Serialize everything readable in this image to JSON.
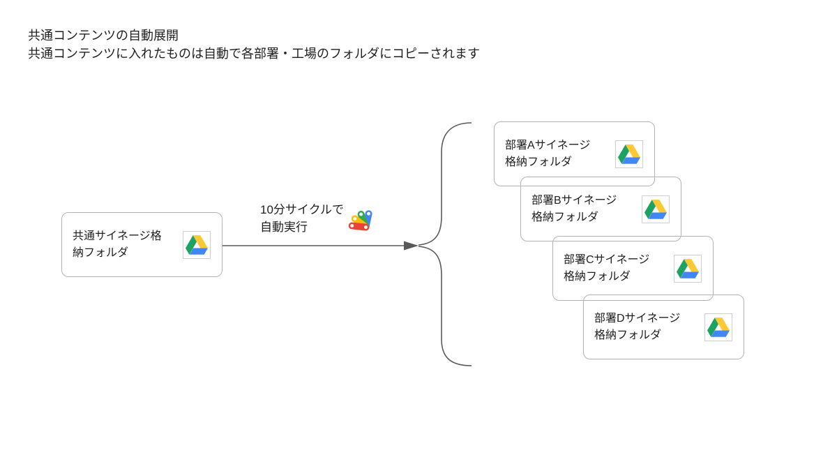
{
  "title": {
    "line1": "共通コンテンツの自動展開",
    "line2": "共通コンテンツに入れたものは自動で各部署・工場のフォルダにコピーされます"
  },
  "source_folder": {
    "label_line1": "共通サイネージ格",
    "label_line2": "納フォルダ",
    "icon": "google-drive-icon"
  },
  "process": {
    "label_line1": "10分サイクルで",
    "label_line2": "自動実行",
    "icon": "apps-script-icon"
  },
  "target_folders": [
    {
      "label_line1": "部署Aサイネージ",
      "label_line2": "格納フォルダ",
      "icon": "google-drive-icon"
    },
    {
      "label_line1": "部署Bサイネージ",
      "label_line2": "格納フォルダ",
      "icon": "google-drive-icon"
    },
    {
      "label_line1": "部署Cサイネージ",
      "label_line2": "格納フォルダ",
      "icon": "google-drive-icon"
    },
    {
      "label_line1": "部署Dサイネージ",
      "label_line2": "格納フォルダ",
      "icon": "google-drive-icon"
    }
  ],
  "colors": {
    "drive_green": "#1da261",
    "drive_yellow": "#fcc934",
    "drive_blue": "#4285f4",
    "script_blue": "#4285f4",
    "script_green": "#34a853",
    "script_yellow": "#fbbc04",
    "script_red": "#ea4335",
    "box_border": "#b3b3b3",
    "icon_tile_border": "#cfcfcf",
    "connector": "#595959",
    "text": "#1f1f1f"
  }
}
